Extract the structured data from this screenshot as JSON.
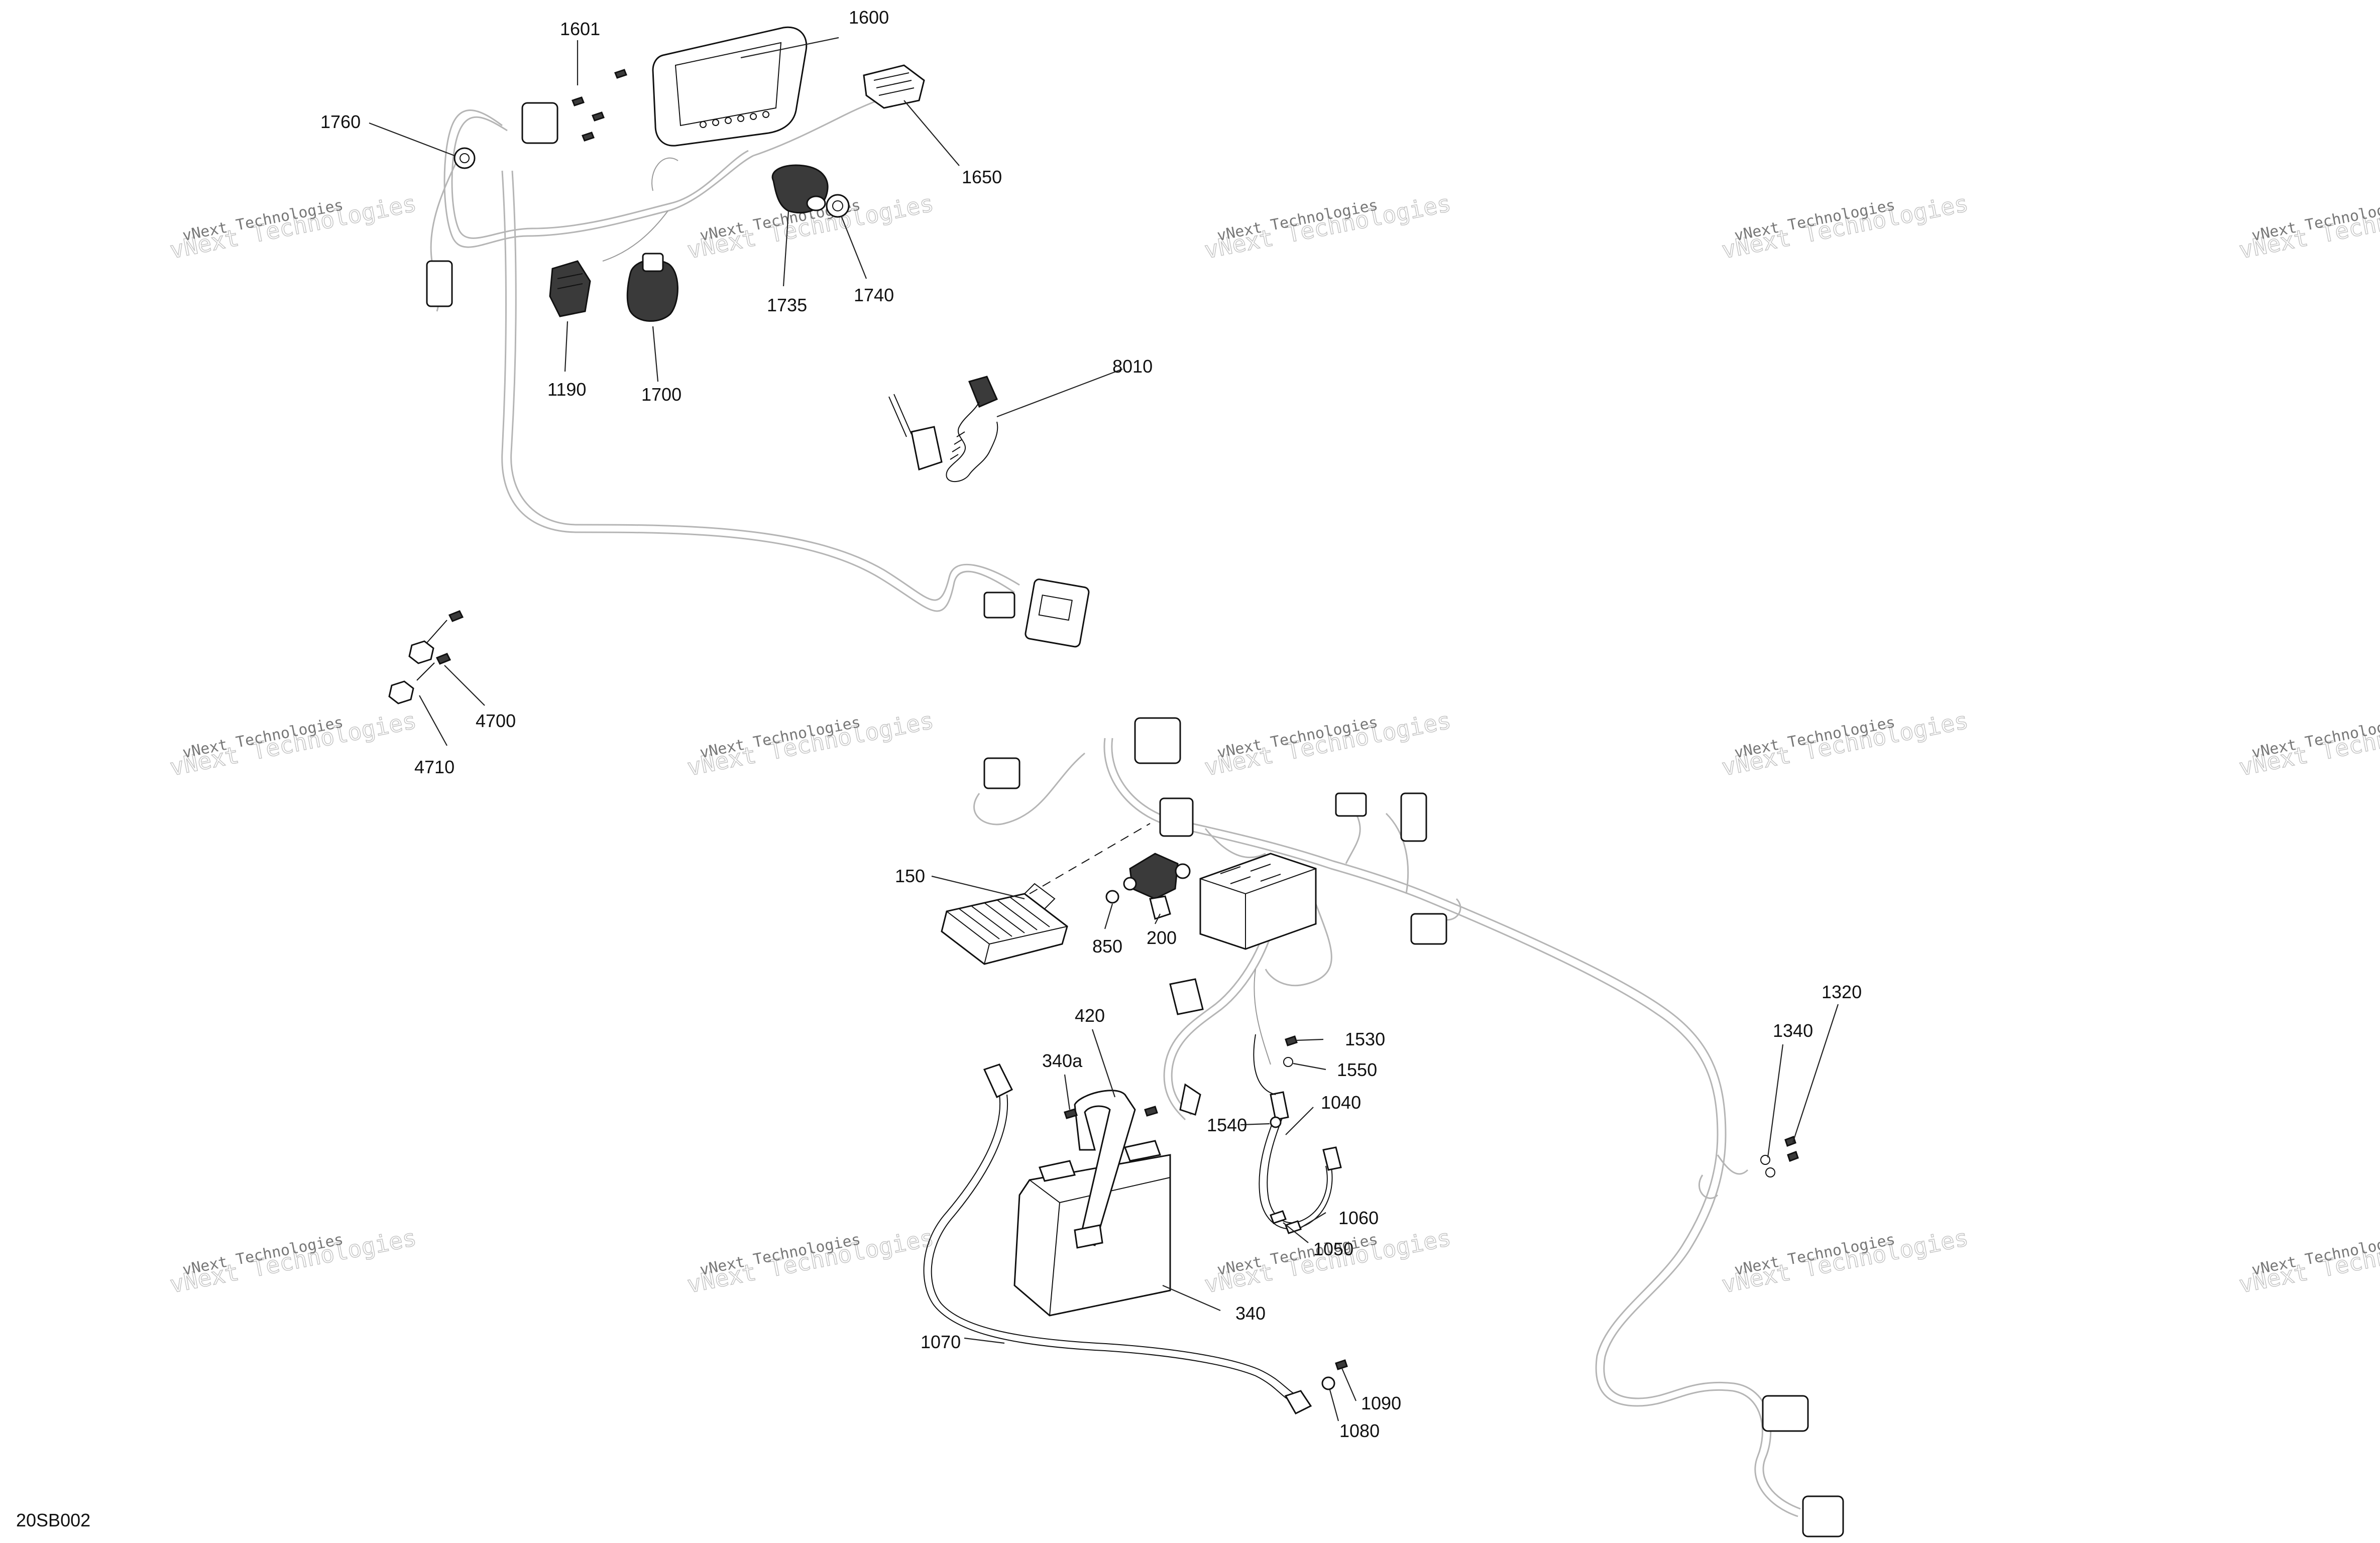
{
  "diagram_code": "20SB002",
  "watermark": {
    "line1": "vNext Technologies",
    "line2": "vNext Technologies"
  },
  "part_labels": {
    "p1600": "1600",
    "p1601": "1601",
    "p1650": "1650",
    "p1760": "1760",
    "p1735": "1735",
    "p1740": "1740",
    "p1190": "1190",
    "p1700": "1700",
    "p8010": "8010",
    "p4700": "4700",
    "p4710": "4710",
    "p150": "150",
    "p850": "850",
    "p200": "200",
    "p420": "420",
    "p340a": "340a",
    "p340": "340",
    "p1530": "1530",
    "p1550": "1550",
    "p1540": "1540",
    "p1040": "1040",
    "p1060": "1060",
    "p1050": "1050",
    "p1070": "1070",
    "p1090": "1090",
    "p1080": "1080",
    "p1320": "1320",
    "p1340": "1340"
  }
}
